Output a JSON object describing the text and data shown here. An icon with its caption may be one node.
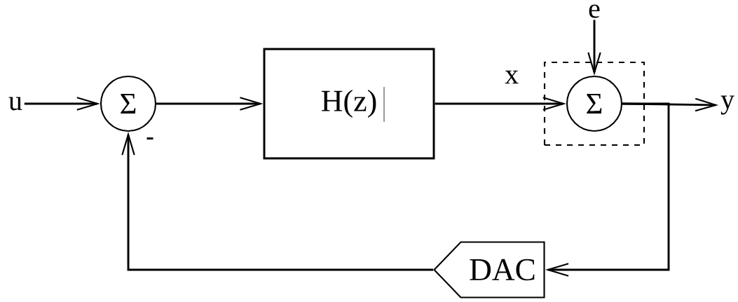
{
  "diagram": {
    "nodes": [
      {
        "text": [
          "u"
        ]
      },
      {
        "text": [
          "Σ"
        ]
      },
      {
        "text": [
          "H(z)"
        ]
      },
      {
        "text": [],
        "shape": "box"
      },
      {
        "text": [
          "Σ"
        ],
        "in": 3
      },
      {
        "text": [
          "e"
        ]
      },
      {
        "text": [
          "y"
        ]
      },
      {
        "text": [
          "DAC"
        ]
      }
    ],
    "edges": [
      {
        "from": 0,
        "to": 1,
        "arrow": "to"
      },
      {
        "from": 1,
        "to": 2,
        "arrow": "to"
      },
      {
        "from": 2,
        "to": 4,
        "arrow": "to",
        "label": "x"
      },
      {
        "from": 5,
        "to": 4,
        "arrow": "to"
      },
      {
        "from": 4,
        "to": 6,
        "arrow": "to"
      },
      {
        "from": 4,
        "to": 7,
        "arrow": "to"
      },
      {
        "from": 7,
        "to": 1,
        "arrow": "to"
      }
    ],
    "labels": [
      "-"
    ]
  }
}
